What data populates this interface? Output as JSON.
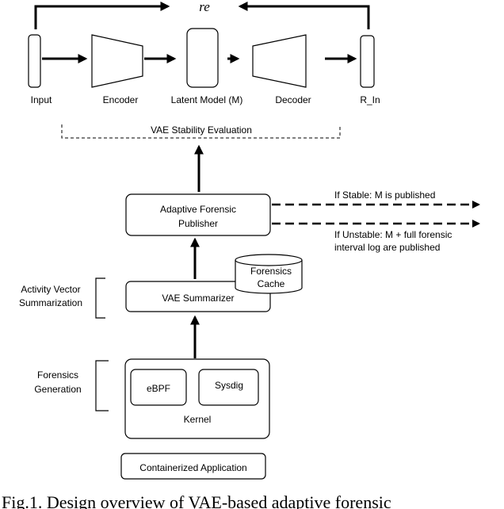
{
  "diagram": {
    "reconstruction_error_label": "re",
    "pipeline": {
      "input": "Input",
      "encoder": "Encoder",
      "latent_model": "Latent Model (M)",
      "decoder": "Decoder",
      "reconstructed_input": "R_In"
    },
    "evaluation": "VAE Stability Evaluation",
    "publisher": {
      "line1": "Adaptive Forensic",
      "line2": "Publisher"
    },
    "outputs": {
      "stable": "If Stable:  M is published",
      "unstable_line1": "If Unstable:  M + full forensic",
      "unstable_line2": "interval log are published"
    },
    "summarization_group": {
      "line1": "Activity Vector",
      "line2": "Summarization"
    },
    "summarizer": "VAE Summarizer",
    "cache": {
      "line1": "Forensics",
      "line2": "Cache"
    },
    "generation_group": {
      "line1": "Forensics",
      "line2": "Generation"
    },
    "ebpf": "eBPF",
    "sysdig": "Sysdig",
    "kernel": "Kernel",
    "application": "Containerized Application"
  },
  "caption": "Fig.1. Design overview of VAE-based adaptive forensic"
}
